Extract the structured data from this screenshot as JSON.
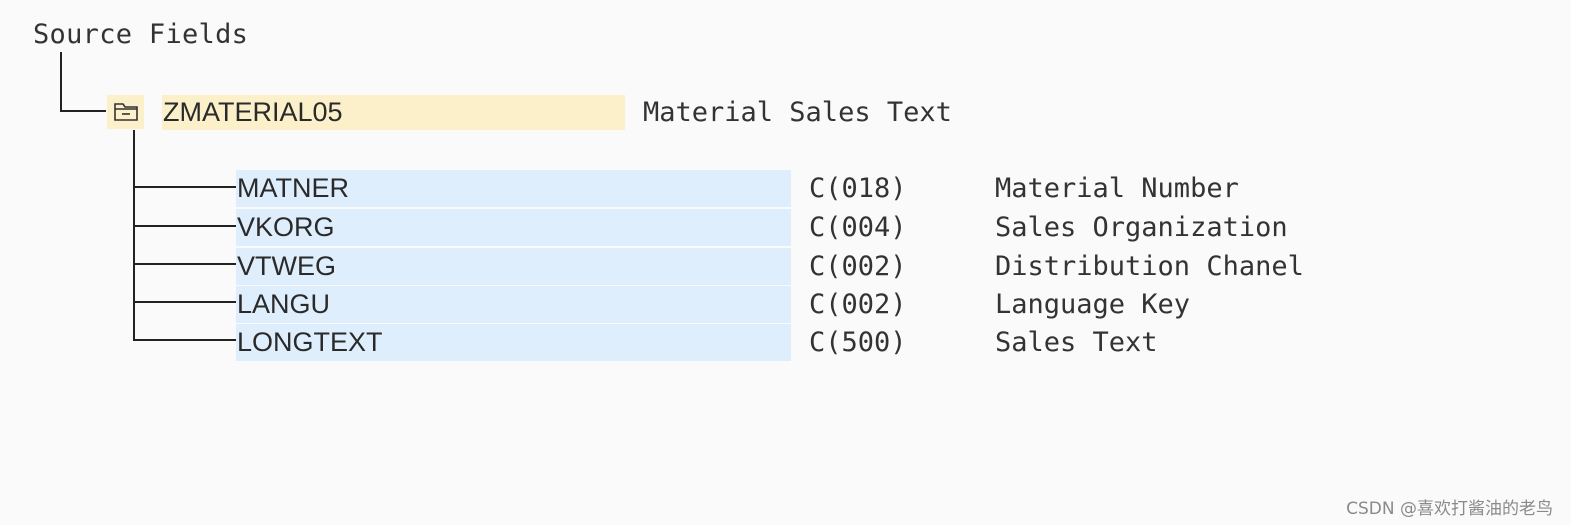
{
  "title": "Source Fields",
  "structure": {
    "name": "ZMATERIAL05",
    "description": "Material Sales Text",
    "icon": "folder-icon"
  },
  "fields": [
    {
      "name": "MATNER",
      "type": "C(018)",
      "description": "Material Number"
    },
    {
      "name": "VKORG",
      "type": "C(004)",
      "description": "Sales Organization"
    },
    {
      "name": "VTWEG",
      "type": "C(002)",
      "description": "Distribution Chanel"
    },
    {
      "name": "LANGU",
      "type": "C(002)",
      "description": "Language Key"
    },
    {
      "name": "LONGTEXT",
      "type": "C(500)",
      "description": "Sales Text"
    }
  ],
  "watermark": "CSDN @喜欢打酱油的老鸟",
  "colors": {
    "structure_highlight": "#fbf0c9",
    "field_highlight": "#dfeefc",
    "tree_line": "#222222",
    "background": "#fafafa"
  }
}
